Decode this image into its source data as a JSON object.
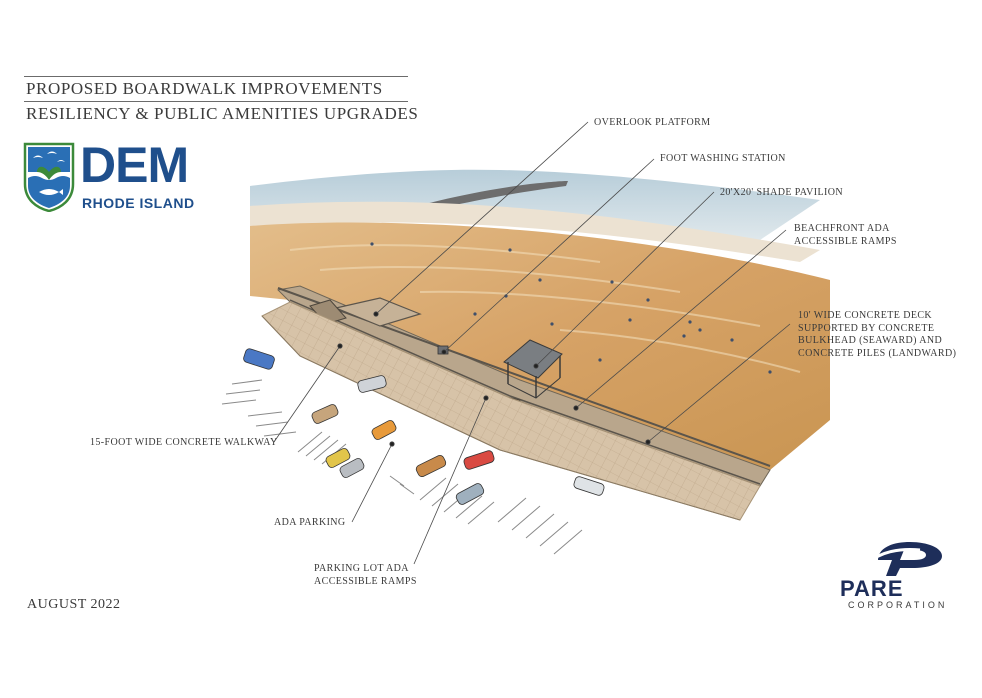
{
  "title": {
    "line1": "Proposed Boardwalk Improvements",
    "line2": "Resiliency & Public Amenities Upgrades"
  },
  "logos": {
    "dem_name": "DEM",
    "dem_sub": "RHODE ISLAND",
    "pare_name": "PARE",
    "pare_sub": "CORPORATION"
  },
  "callouts": {
    "overlook": "Overlook Platform",
    "foot_wash": "Foot Washing Station",
    "pavilion": "20'x20' Shade Pavilion",
    "beach_ramps": "Beachfront ADA\nAccessible Ramps",
    "deck": "10' Wide Concrete Deck\nSupported by Concrete\nBulkhead (Seaward) and\nConcrete Piles (Landward)",
    "walkway": "15-Foot Wide Concrete Walkway",
    "ada_parking": "ADA Parking",
    "lot_ramps": "Parking Lot ADA\nAccessible Ramps"
  },
  "date": "August 2022",
  "colors": {
    "ocean": "#9fb9c9",
    "sand": "#d9a86a",
    "walkway": "#d8c3a6",
    "dem_blue": "#1f4f8c",
    "dem_green": "#3c8a3a",
    "pare_navy": "#1e2e5a"
  }
}
